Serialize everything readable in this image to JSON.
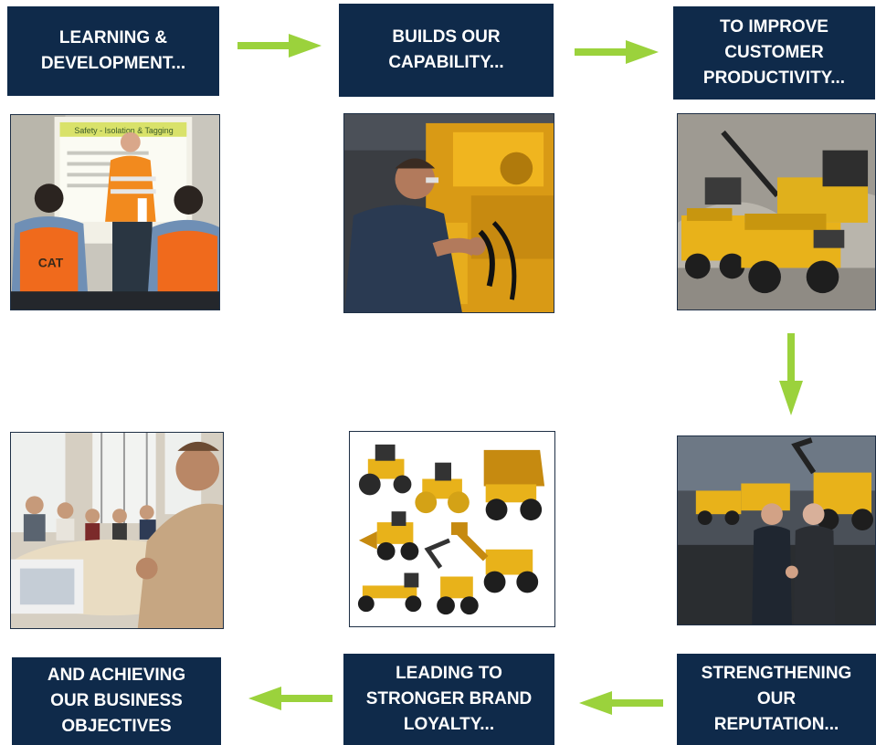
{
  "steps": [
    {
      "lines": [
        "LEARNING &",
        "DEVELOPMENT..."
      ]
    },
    {
      "lines": [
        "BUILDS OUR",
        "CAPABILITY..."
      ]
    },
    {
      "lines": [
        "TO IMPROVE",
        "CUSTOMER",
        "PRODUCTIVITY..."
      ]
    },
    {
      "lines": [
        "STRENGTHENING",
        "OUR",
        "REPUTATION..."
      ]
    },
    {
      "lines": [
        "LEADING TO",
        "STRONGER BRAND",
        "LOYALTY..."
      ]
    },
    {
      "lines": [
        "AND ACHIEVING",
        "OUR BUSINESS",
        "OBJECTIVES"
      ]
    }
  ],
  "photo_texts": {
    "classroom_slide": "Safety - Isolation & Tagging",
    "vest_badge": "CAT"
  },
  "colors": {
    "box_fill": "#0f2a4a",
    "box_text": "#ffffff",
    "arrow": "#9bd23c",
    "machine_yellow": "#e8b21a"
  }
}
